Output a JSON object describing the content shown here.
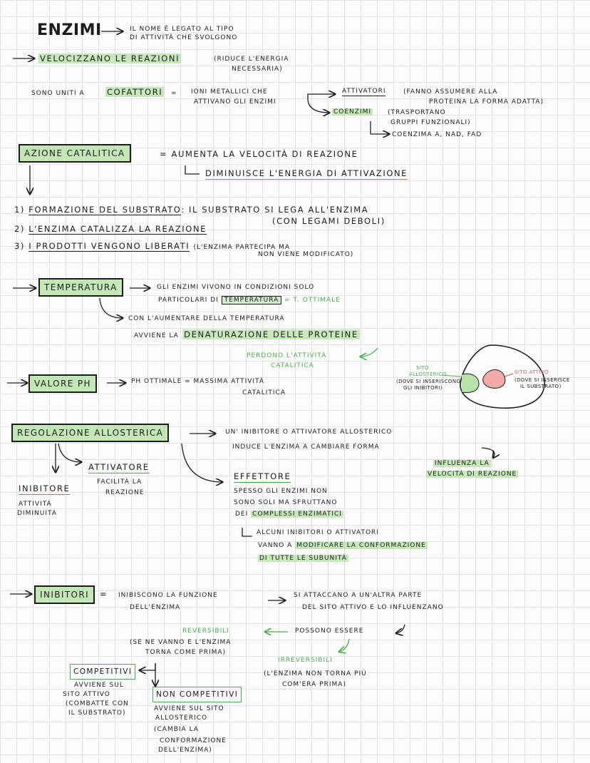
{
  "title": "ENZIMI",
  "intro": {
    "note1": "IL NOME È LEGATO AL TIPO",
    "note2": "DI ATTIVITÀ CHE SVOLGONO",
    "velocizzano_a": "VELOCIZZANO LE REAZIONI",
    "velocizzano_b": "(RIDUCE L'ENERGIA",
    "velocizzano_c": "NECESSARIA)"
  },
  "cofattori": {
    "lead": "SONO UNITI A",
    "label": "COFATTORI",
    "eq": "=",
    "desc1": "IONI METALLICI CHE",
    "desc2": "ATTIVANO GLI ENZIMI",
    "attivatori": "ATTIVATORI",
    "attivatori_desc1": "(FANNO ASSUMERE ALLA",
    "attivatori_desc2": "PROTEINA LA FORMA ADATTA)",
    "coenzimi": "COENZIMI",
    "coenzimi_desc1": "(TRASPORTANO",
    "coenzimi_desc2": "GRUPPI FUNZIONALI)",
    "coenzimi_ex": "COENZIMA A, NAD, FAD"
  },
  "azione": {
    "label": "AZIONE CATALITICA",
    "eq": "= AUMENTA LA VELOCITÀ DI REAZIONE",
    "sub": "DIMINUISCE L'ENERGIA DI ATTIVAZIONE",
    "steps": [
      {
        "n": "1)",
        "text": "FORMAZIONE DEL SUBSTRATO",
        "rest": ": IL SUBSTRATO SI LEGA ALL'ENZIMA",
        "rest2": "(CON LEGAMI DEBOLI)"
      },
      {
        "n": "2)",
        "text": "L'ENZIMA CATALIZZA LA REAZIONE",
        "rest": "",
        "rest2": ""
      },
      {
        "n": "3)",
        "text": "I PRODOTTI VENGONO LIBERATI",
        "rest": "(L'ENZIMA PARTECIPA MA",
        "rest2": "NON VIENE MODIFICATO)"
      }
    ]
  },
  "temperatura": {
    "label": "TEMPERATURA",
    "desc1": "GLI ENZIMI VIVONO IN CONDIZIONI SOLO",
    "desc2a": "PARTICOLARI DI",
    "desc2box": "TEMPERATURA",
    "desc2b": "= T. OTTIMALE",
    "aum1": "CON L'AUMENTARE DELLA TEMPERATURA",
    "aum2a": "AVVIENE LA",
    "aum2b": "DENATURAZIONE DELLE PROTEINE",
    "perdono1": "PERDONO L'ATTIVITÀ",
    "perdono2": "CATALITICA"
  },
  "ph": {
    "label": "VALORE PH",
    "desc1": "PH OTTIMALE = MASSIMA ATTIVITÀ",
    "desc2": "CATALITICA"
  },
  "diagram": {
    "allo1": "SITO",
    "allo2": "ALLOSTERICO",
    "allo3": "(DOVE SI INSERISCONO",
    "allo4": "GLI INIBITORI)",
    "att1": "SITO ATTIVO",
    "att2": "(DOVE SI INSERISCE",
    "att3": "IL SUBSTRATO)"
  },
  "regolazione": {
    "label": "REGOLAZIONE ALLOSTERICA",
    "desc1": "UN' INIBITORE O ATTIVATORE ALLOSTERICO",
    "desc2": "INDUCE L'ENZIMA A CAMBIARE FORMA",
    "influenza1": "INFLUENZA LA",
    "influenza2": "VELOCITÀ DI REAZIONE",
    "attivatore": "ATTIVATORE",
    "attivatore_desc1": "FACILITÀ LA",
    "attivatore_desc2": "REAZIONE",
    "inibitore": "INIBITORE",
    "inibitore_desc1": "ATTIVITÀ",
    "inibitore_desc2": "DIMINUITA",
    "effettore": "EFFETTORE",
    "eff1": "SPESSO GLI ENZIMI NON",
    "eff2": "SONO SOLI MA SFRUTTANO",
    "eff3a": "DEI",
    "eff3b": "COMPLESSI ENZIMATICI",
    "alc1": "ALCUNI INIBITORI O ATTIVATORI",
    "alc2a": "VANNO A",
    "alc2b": "MODIFICARE LA CONFORMAZIONE",
    "alc3": "DI TUTTE LE SUBUNITÀ"
  },
  "inibitori": {
    "label": "INIBITORI",
    "eq": "=",
    "desc1": "INIBISCONO LA FUNZIONE",
    "desc2": "DELL'ENZIMA",
    "attacc1": "SI ATTACCANO A UN'ALTRA PARTE",
    "attacc2": "DEL SITO ATTIVO E LO INFLUENZANO",
    "possono": "POSSONO ESSERE",
    "reversibili": "REVERSIBILI",
    "rev1": "(SE NE VANNO E L'ENZIMA",
    "rev2": "TORNA COME PRIMA)",
    "irreversibili": "IRREVERSIBILI",
    "irr1": "(L'ENZIMA NON TORNA PIÙ",
    "irr2": "COM'ERA PRIMA)",
    "competitivi": "COMPETITIVI",
    "comp1": "AVVIENE SUL",
    "comp2": "SITO ATTIVO",
    "comp3": "(COMBATTE CON",
    "comp4": "IL SUBSTRATO)",
    "noncompetitivi": "NON COMPETITIVI",
    "nc1": "AVVIENE SUL SITO",
    "nc2": "ALLOSTERICO",
    "nc3": "(CAMBIA LA",
    "nc4": "CONFORMAZIONE",
    "nc5": "DELL'ENZIMA)"
  }
}
